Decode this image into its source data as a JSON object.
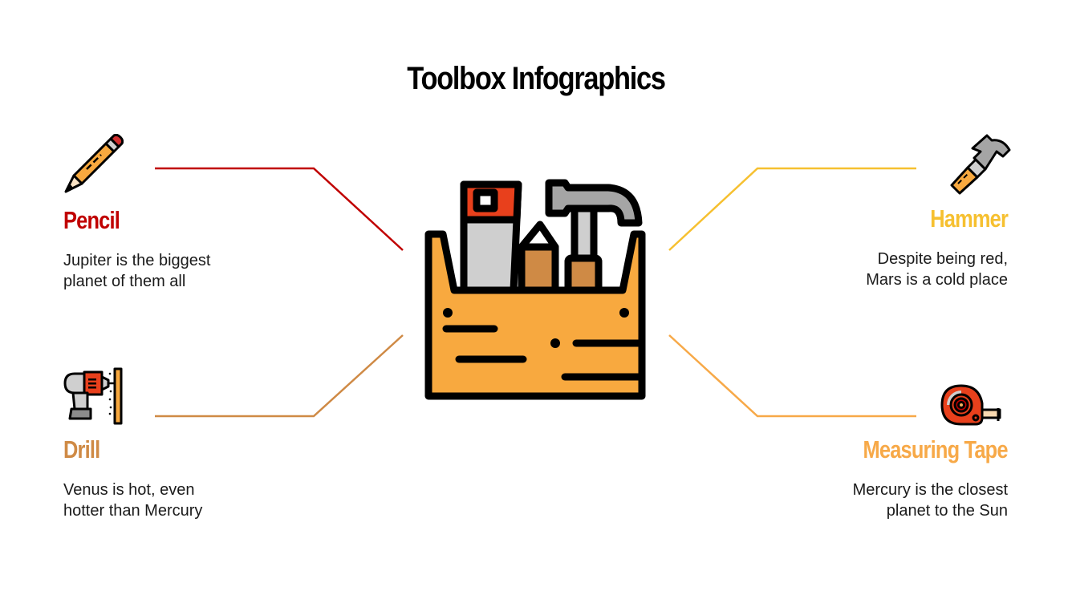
{
  "title": "Toolbox Infographics",
  "colors": {
    "pencil": "#c00000",
    "drill": "#cf8a45",
    "hammer": "#f6c030",
    "measuring_tape": "#f7a948",
    "box_orange": "#f8a93f",
    "outline": "#000000"
  },
  "items": [
    {
      "id": "pencil",
      "icon": "pencil-icon",
      "heading": "Pencil",
      "lines": [
        "Jupiter is the biggest",
        "planet of them all"
      ]
    },
    {
      "id": "drill",
      "icon": "drill-icon",
      "heading": "Drill",
      "lines": [
        "Venus is hot, even",
        "hotter than Mercury"
      ]
    },
    {
      "id": "hammer",
      "icon": "hammer-icon",
      "heading": "Hammer",
      "lines": [
        "Despite being red,",
        "Mars is a cold place"
      ]
    },
    {
      "id": "measuring_tape",
      "icon": "measuring-tape-icon",
      "heading": "Measuring Tape",
      "lines": [
        "Mercury is the closest",
        "planet to the Sun"
      ]
    }
  ],
  "center": {
    "icon": "toolbox-icon"
  }
}
